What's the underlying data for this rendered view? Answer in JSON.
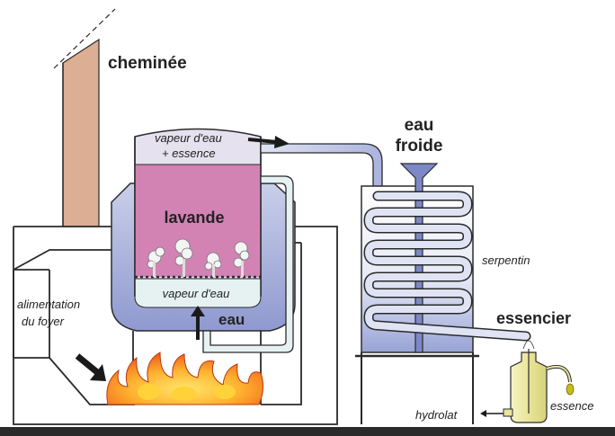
{
  "labels": {
    "chimney": "cheminée",
    "cold_water_line1": "eau",
    "cold_water_line2": "froide",
    "vapor_line1": "vapeur d'eau",
    "vapor_line2": "+ essence",
    "lavender": "lavande",
    "water_vapor": "vapeur d'eau",
    "water": "eau",
    "feed_line1": "alimentation",
    "feed_line2": "du foyer",
    "coil": "serpentin",
    "essencier": "essencier",
    "hydrolat": "hydrolat",
    "essence": "essence"
  },
  "colors": {
    "chimney": "#dcae94",
    "lavender": "#d283b4",
    "vapor_top": "#e6e1ef",
    "vessel_blue": "#8f99cf",
    "water_pale": "#e6f2f2",
    "condenser_blue": "#aab3de",
    "glass_yellow": "#e9e59a",
    "oil_drop": "#c6bd1c",
    "flame_orange": "#f06a1e",
    "flame_yellow": "#ffd23a",
    "outline": "#222222"
  },
  "icons": {
    "arrow_in_vapor": "arrow-right-icon",
    "arrow_up_water": "arrow-up-icon",
    "arrow_fire": "arrow-down-right-icon",
    "arrow_hydrolat": "arrow-left-icon"
  }
}
